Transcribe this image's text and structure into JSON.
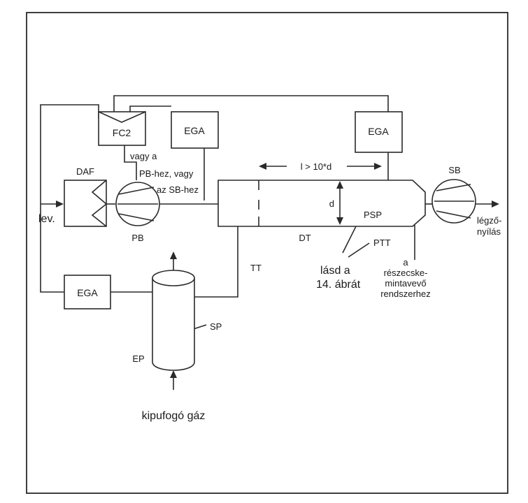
{
  "labels": {
    "fc2": "FC2",
    "ega_top_left": "EGA",
    "ega_top_right": "EGA",
    "ega_bottom": "EGA",
    "daf": "DAF",
    "pb": "PB",
    "sb": "SB",
    "dt": "DT",
    "d": "d",
    "length_note": "l > 10*d",
    "psp": "PSP",
    "ptt": "PTT",
    "tt": "TT",
    "sp": "SP",
    "ep": "EP",
    "lev": "lev.",
    "vagy_a_line1": "vagy a",
    "vagy_a_line2": "PB-hez, vagy",
    "vagy_a_line3": "az SB-hez",
    "legzo_line1": "légző-",
    "legzo_line2": "nyílás",
    "lasd_line1": "lásd a",
    "lasd_line2": "14. ábrát",
    "reszecske_line1": "a",
    "reszecske_line2": "részecske-",
    "reszecske_line3": "mintavevő",
    "reszecske_line4": "rendszerhez",
    "kipufogo": "kipufogó gáz"
  }
}
